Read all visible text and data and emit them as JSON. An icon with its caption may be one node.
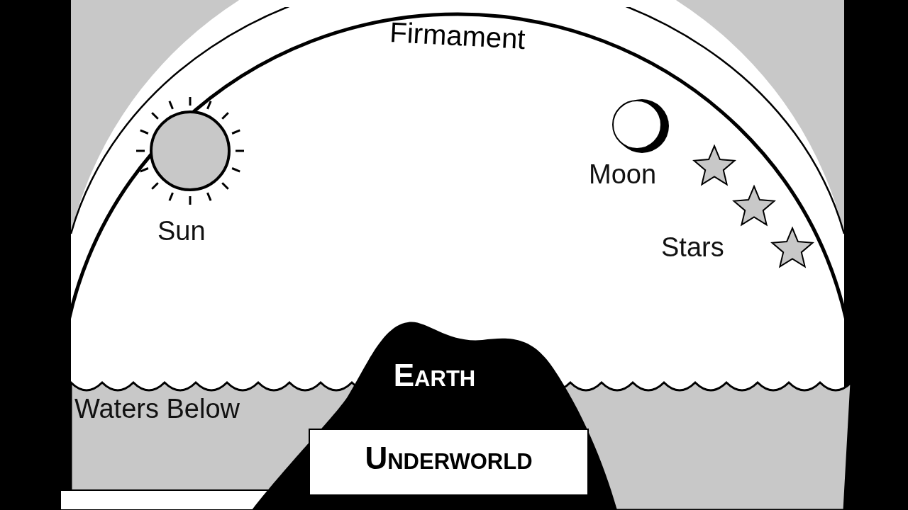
{
  "diagram": {
    "nodes": [
      {
        "text": [
          "Firmament"
        ]
      },
      {
        "text": [
          "Earth"
        ]
      },
      {
        "text": [
          "Underworld"
        ],
        "in": 1
      }
    ],
    "labels": [
      "Sun",
      "Moon",
      "Stars",
      "Waters Below"
    ]
  }
}
